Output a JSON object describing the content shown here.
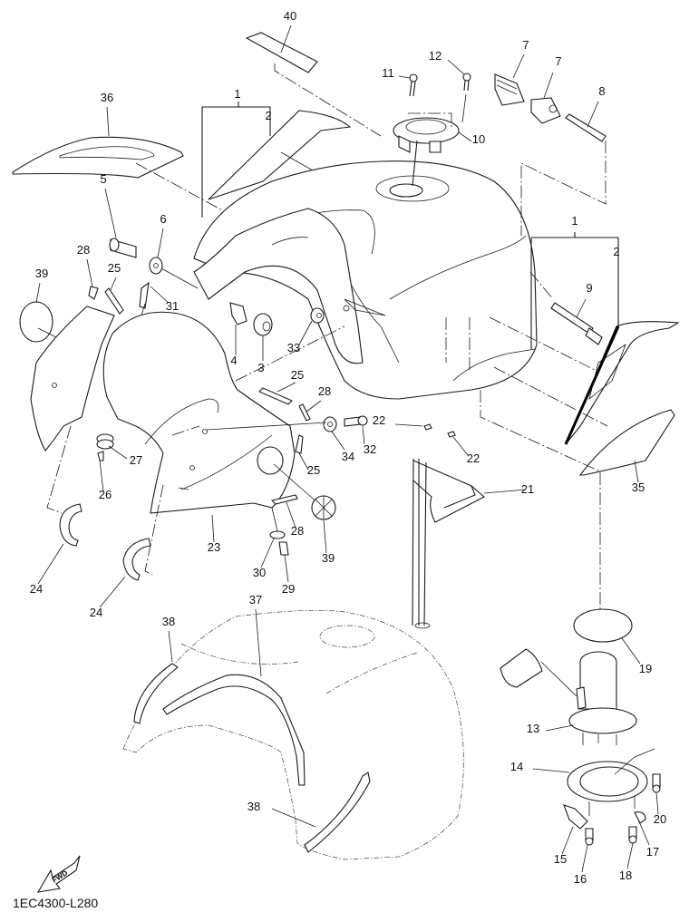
{
  "diagram": {
    "title": "Fuel tank exploded parts diagram",
    "drawing_code": "1EC4300-L280",
    "direction_indicator": {
      "icon": "fwd-arrow-icon",
      "label": "FWD"
    },
    "callouts": [
      {
        "id": "c40",
        "label": "40"
      },
      {
        "id": "c36",
        "label": "36"
      },
      {
        "id": "c1a",
        "label": "1"
      },
      {
        "id": "c2a",
        "label": "2"
      },
      {
        "id": "c11",
        "label": "11"
      },
      {
        "id": "c12",
        "label": "12"
      },
      {
        "id": "c10",
        "label": "10"
      },
      {
        "id": "c7a",
        "label": "7"
      },
      {
        "id": "c7b",
        "label": "7"
      },
      {
        "id": "c8",
        "label": "8"
      },
      {
        "id": "c5",
        "label": "5"
      },
      {
        "id": "c6",
        "label": "6"
      },
      {
        "id": "c28a",
        "label": "28"
      },
      {
        "id": "c25a",
        "label": "25"
      },
      {
        "id": "c39a",
        "label": "39"
      },
      {
        "id": "c31",
        "label": "31"
      },
      {
        "id": "c4",
        "label": "4"
      },
      {
        "id": "c3",
        "label": "3"
      },
      {
        "id": "c33",
        "label": "33"
      },
      {
        "id": "c1b",
        "label": "1"
      },
      {
        "id": "c2b",
        "label": "2"
      },
      {
        "id": "c9",
        "label": "9"
      },
      {
        "id": "c25b",
        "label": "25"
      },
      {
        "id": "c28b",
        "label": "28"
      },
      {
        "id": "c22a",
        "label": "22"
      },
      {
        "id": "c22b",
        "label": "22"
      },
      {
        "id": "c34",
        "label": "34"
      },
      {
        "id": "c32",
        "label": "32"
      },
      {
        "id": "c27",
        "label": "27"
      },
      {
        "id": "c26",
        "label": "26"
      },
      {
        "id": "c25c",
        "label": "25"
      },
      {
        "id": "c35",
        "label": "35"
      },
      {
        "id": "c21",
        "label": "21"
      },
      {
        "id": "c28c",
        "label": "28"
      },
      {
        "id": "c23",
        "label": "23"
      },
      {
        "id": "c39b",
        "label": "39"
      },
      {
        "id": "c24a",
        "label": "24"
      },
      {
        "id": "c24b",
        "label": "24"
      },
      {
        "id": "c30",
        "label": "30"
      },
      {
        "id": "c29",
        "label": "29"
      },
      {
        "id": "c37",
        "label": "37"
      },
      {
        "id": "c38a",
        "label": "38"
      },
      {
        "id": "c38b",
        "label": "38"
      },
      {
        "id": "c19",
        "label": "19"
      },
      {
        "id": "c13",
        "label": "13"
      },
      {
        "id": "c14",
        "label": "14"
      },
      {
        "id": "c20",
        "label": "20"
      },
      {
        "id": "c15",
        "label": "15"
      },
      {
        "id": "c17",
        "label": "17"
      },
      {
        "id": "c16",
        "label": "16"
      },
      {
        "id": "c18",
        "label": "18"
      }
    ]
  }
}
